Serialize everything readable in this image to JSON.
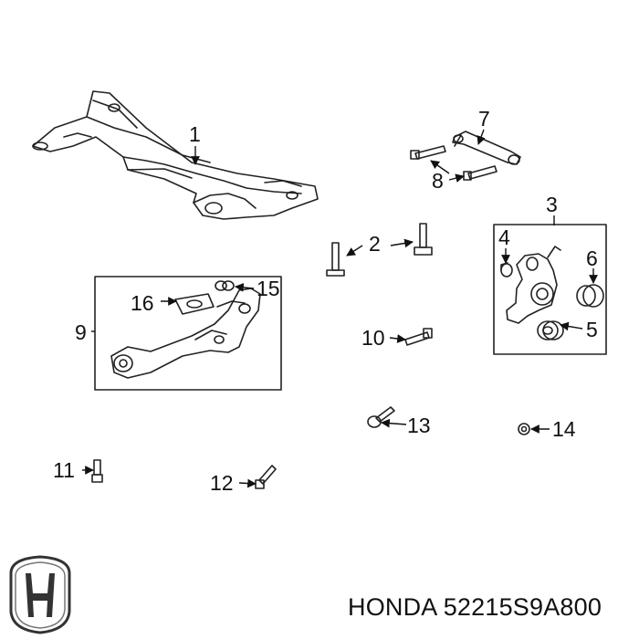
{
  "diagram": {
    "callouts": [
      "1",
      "2",
      "3",
      "4",
      "5",
      "6",
      "7",
      "8",
      "9",
      "10",
      "11",
      "12",
      "13",
      "14",
      "15",
      "16"
    ]
  },
  "brand": {
    "logo": "Honda logo",
    "name": "HONDA"
  },
  "caption": {
    "text": "HONDA 52215S9A800"
  }
}
